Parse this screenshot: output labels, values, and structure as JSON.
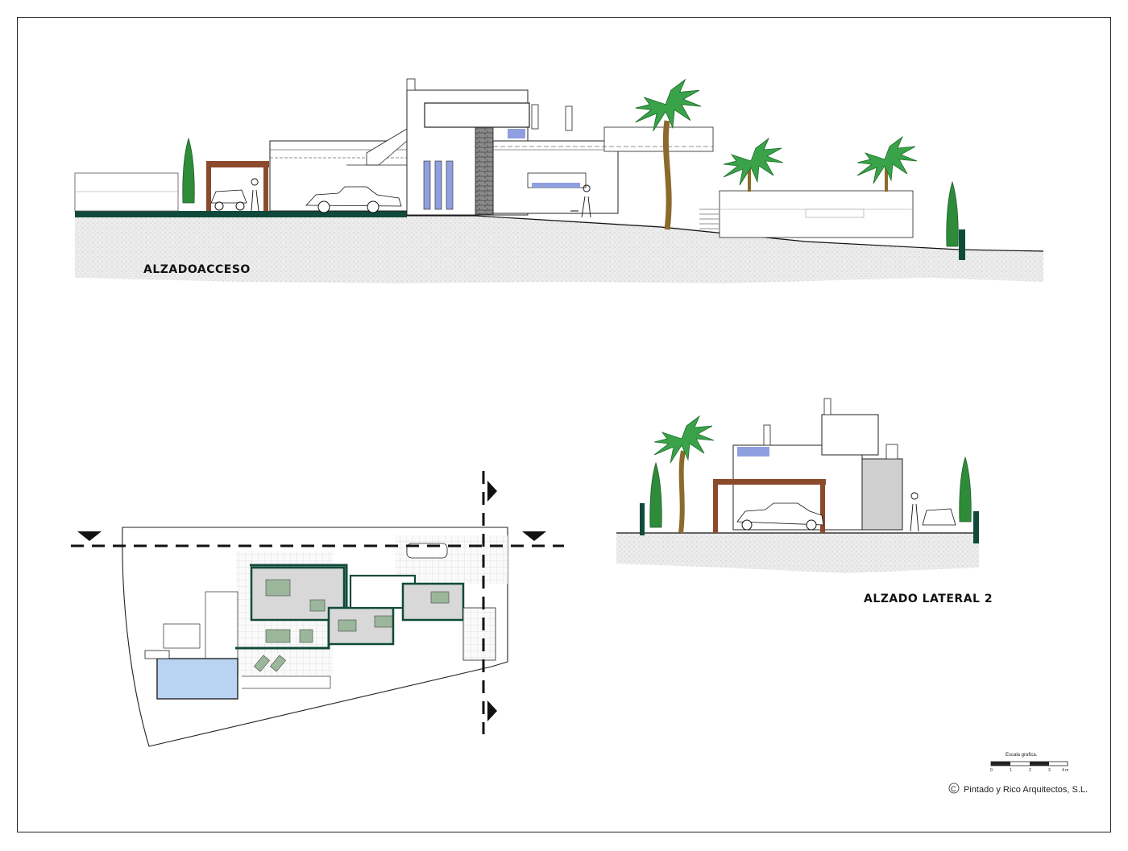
{
  "drawing": {
    "elevation_access_title": "ALZADOACCESO",
    "elevation_side_title": "ALZADO LATERAL 2",
    "copyright": "Pintado y Rico Arquitectos, S.L.",
    "copyright_symbol": "C",
    "scale": {
      "title": "Escala grafica.",
      "ticks": [
        "0",
        "1",
        "2",
        "3",
        "4 m"
      ]
    }
  },
  "colors": {
    "ground_green": "#0f4a3a",
    "vegetation_green": "#2e8b3a",
    "palm_green": "#3aa34a",
    "glass_blue": "#8f9fe0",
    "wood": "#8b4a2b",
    "pool_water": "#b9d3f2",
    "interior_gray": "#d8d8d8"
  }
}
